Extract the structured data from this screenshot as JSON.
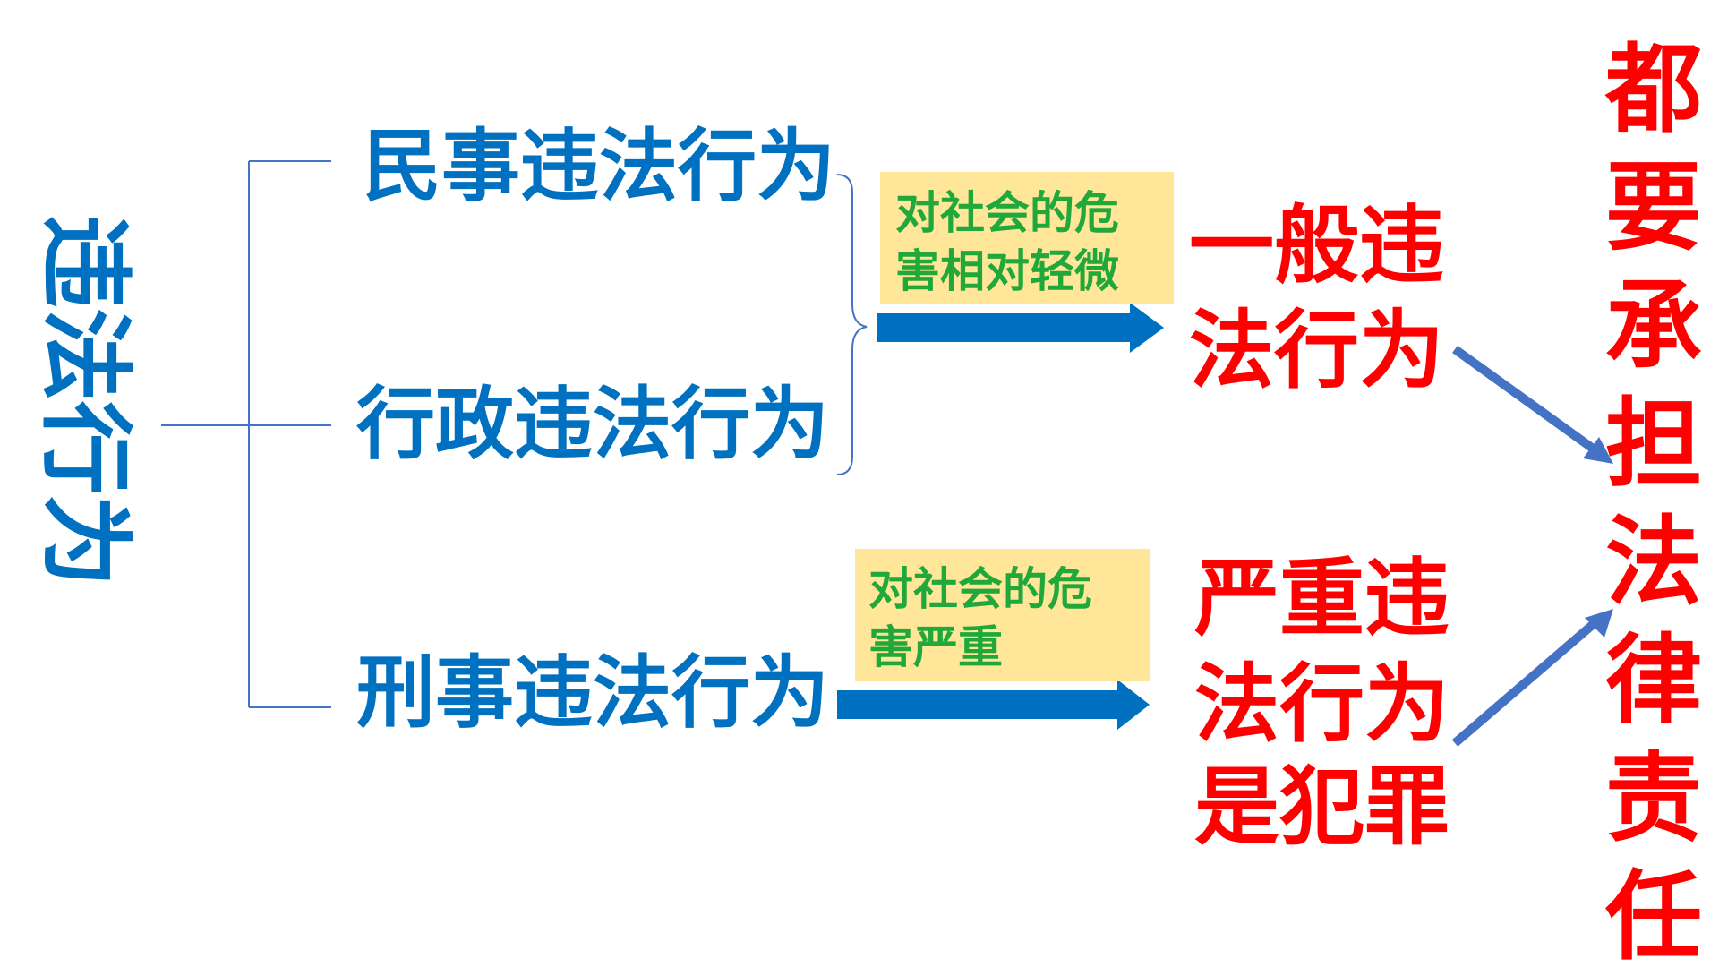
{
  "diagram": {
    "root": "违法行为",
    "branches": {
      "civil": "民事违法行为",
      "administrative": "行政违法行为",
      "criminal": "刑事违法行为"
    },
    "notes": {
      "minor": {
        "line1": "对社会的危",
        "line2": "害相对轻微"
      },
      "serious": {
        "line1": "对社会的危",
        "line2": "害严重"
      }
    },
    "outcomes": {
      "general": {
        "line1": "一般违",
        "line2": "法行为"
      },
      "severe": {
        "line1": "严重违",
        "line2": "法行为",
        "line3": "是犯罪"
      }
    },
    "conclusion": [
      "都",
      "要",
      "承",
      "担",
      "法",
      "律",
      "责",
      "任"
    ]
  },
  "colors": {
    "blue": "#0070c0",
    "red": "#ff0000",
    "green": "#21a83b",
    "note_bg": "#ffe699",
    "arrow_blue": "#0070c0",
    "diag_arrow": "#4472c4",
    "line_gray": "#4472c4"
  }
}
